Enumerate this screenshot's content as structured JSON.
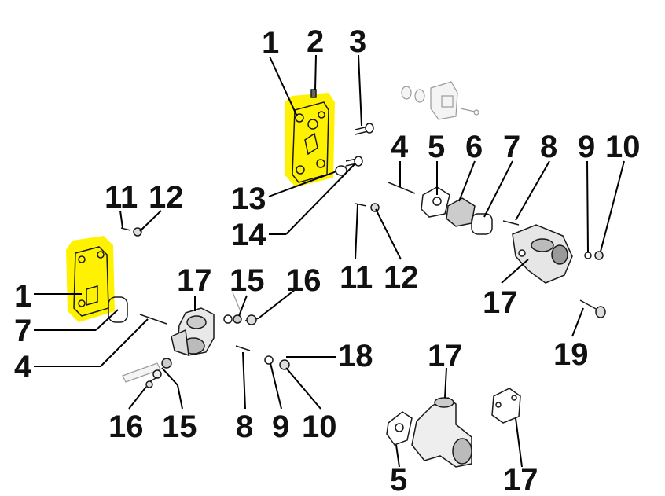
{
  "highlight_color": "#fff200",
  "callouts": {
    "c1_top": "1",
    "c2": "2",
    "c3": "3",
    "c4_right": "4",
    "c5_top": "5",
    "c6": "6",
    "c7_right": "7",
    "c8_right": "8",
    "c9_right": "9",
    "c10_right": "10",
    "c11_top": "11",
    "c12_top": "12",
    "c13": "13",
    "c14": "14",
    "c11_mid": "11",
    "c12_mid": "12",
    "c1_left": "1",
    "c7_left": "7",
    "c4_left": "4",
    "c17_pump": "17",
    "c15_top": "15",
    "c16_top": "16",
    "c17_right": "17",
    "c19": "19",
    "c16_bottom": "16",
    "c15_bottom": "15",
    "c8_bottom": "8",
    "c9_bottom": "9",
    "c10_bottom": "10",
    "c18": "18",
    "c17_bottom_mid": "17",
    "c5_bottom": "5",
    "c17_bottom_right": "17"
  },
  "parts": [
    {
      "name": "cover-plate-top-part",
      "highlighted": true
    },
    {
      "name": "cover-plate-left-part",
      "highlighted": true
    },
    {
      "name": "fuel-pump-part",
      "highlighted": false
    },
    {
      "name": "thermostat-housing-part",
      "highlighted": false
    },
    {
      "name": "t-fitting-part",
      "highlighted": false
    },
    {
      "name": "blanking-plate-part",
      "highlighted": false
    },
    {
      "name": "sensor-assembly-part",
      "highlighted": false
    }
  ]
}
